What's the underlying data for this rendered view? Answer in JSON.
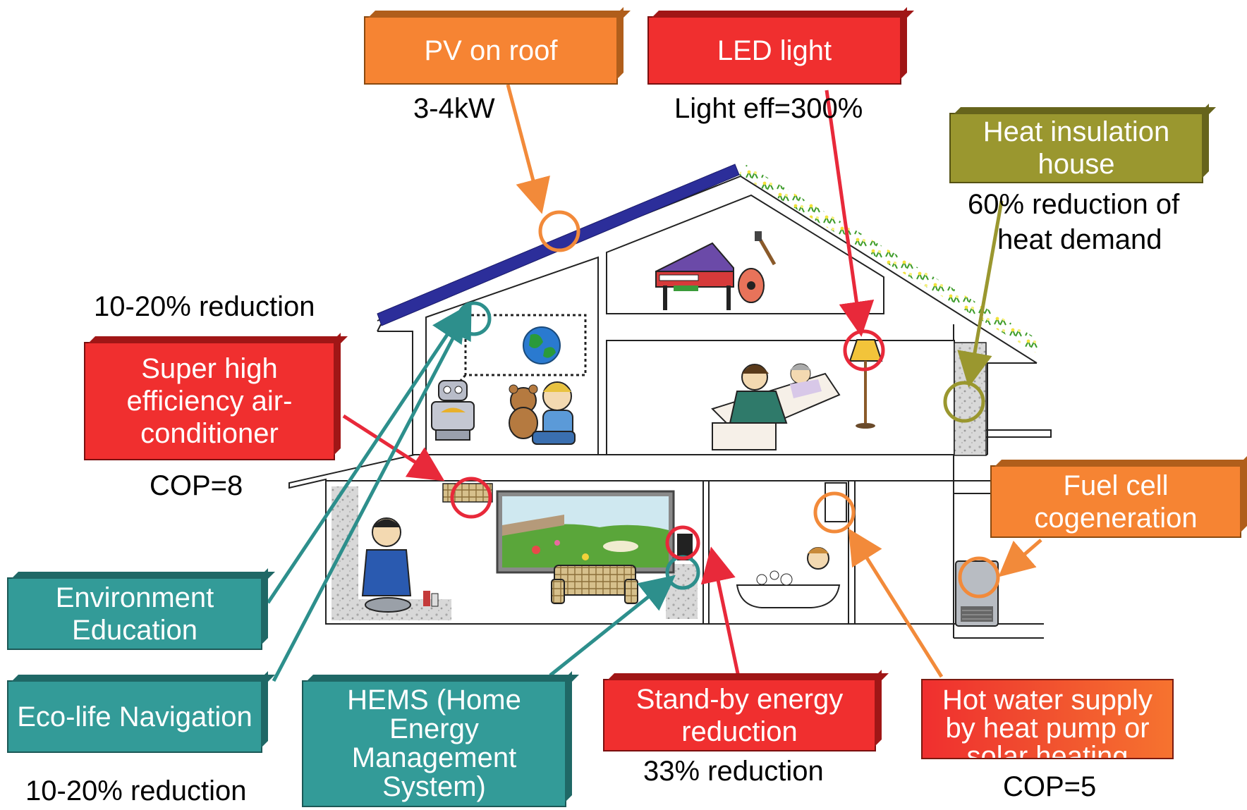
{
  "labels": {
    "pv": {
      "title": "PV on roof",
      "value": "3-4kW"
    },
    "led": {
      "title": "LED light",
      "value": "Light eff=300%"
    },
    "insulation": {
      "title_line1": "Heat insulation",
      "title_line2": "house",
      "value_line1": "60% reduction of",
      "value_line2": "heat demand"
    },
    "aircon": {
      "title_line1": "Super high",
      "title_line2": "efficiency air-",
      "title_line3": "conditioner",
      "value": "COP=8",
      "above": "10-20% reduction"
    },
    "fuelcell": {
      "title_line1": "Fuel cell",
      "title_line2": "cogeneration"
    },
    "env_education": {
      "title_line1": "Environment",
      "title_line2": "Education"
    },
    "eco_nav": {
      "title": "Eco-life Navigation",
      "value": "10-20% reduction"
    },
    "hems": {
      "title_line1": "HEMS (Home",
      "title_line2": "Energy",
      "title_line3": "Management",
      "title_line4": "System)"
    },
    "standby": {
      "title_line1": "Stand-by energy",
      "title_line2": "reduction",
      "value": "33% reduction"
    },
    "hotwater": {
      "title_line1": "Hot water supply",
      "title_line2": "by heat pump or",
      "title_line3": "solar heating",
      "value": "COP=5"
    }
  },
  "colors": {
    "orange": "#f68433",
    "red": "#f02f2f",
    "olive": "#9a972f",
    "teal": "#339b98",
    "pv_panel": "#2c2e9a",
    "orange_arrow": "#f28a3a",
    "red_arrow": "#e8293a",
    "olive_arrow": "#9a972f",
    "teal_arrow": "#2d8f8c"
  },
  "icons": [
    "solar-panel-icon",
    "piano-icon",
    "guitar-icon",
    "earth-globe-icon",
    "robot-icon",
    "teddy-bear-icon",
    "floor-lamp-icon",
    "bed-icon",
    "garden-window-icon",
    "sofa-icon",
    "cook-icon",
    "bathtub-icon",
    "fuel-cell-unit-icon",
    "air-conditioner-icon",
    "roof-garden-icon"
  ]
}
